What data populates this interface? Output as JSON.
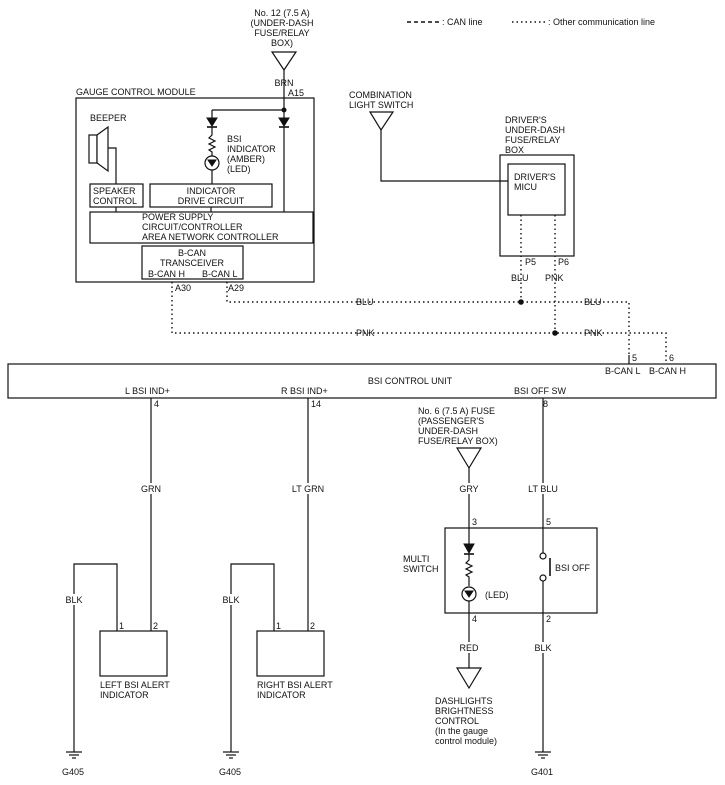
{
  "legend": {
    "can_line": ": CAN line",
    "other_line": ": Other communication line"
  },
  "fuse12": [
    "No. 12 (7.5 A)",
    "(UNDER-DASH",
    "FUSE/RELAY",
    "BOX)"
  ],
  "wire_brn": "BRN",
  "pin_a15": "A15",
  "gauge_module": {
    "title": "GAUGE CONTROL MODULE",
    "beeper": "BEEPER",
    "speaker_control": [
      "SPEAKER",
      "CONTROL"
    ],
    "bsi_indicator": [
      "BSI",
      "INDICATOR",
      "(AMBER)",
      "(LED)"
    ],
    "indicator_drive": [
      "INDICATOR",
      "DRIVE CIRCUIT"
    ],
    "power_supply": [
      "POWER SUPPLY",
      "CIRCUIT/CONTROLLER",
      "AREA NETWORK CONTROLLER"
    ],
    "transceiver": [
      "B-CAN",
      "TRANSCEIVER"
    ],
    "bcan_h": "B-CAN H",
    "bcan_l": "B-CAN L",
    "pin_a30": "A30",
    "pin_a29": "A29"
  },
  "combination_switch": [
    "COMBINATION",
    "LIGHT SWITCH"
  ],
  "drivers_box": {
    "label": [
      "DRIVER'S",
      "UNDER-DASH",
      "FUSE/RELAY",
      "BOX"
    ],
    "micu": [
      "DRIVER'S",
      "MICU"
    ],
    "pin_p5": "P5",
    "pin_p6": "P6",
    "wire_blu": "BLU",
    "wire_pnk": "PNK"
  },
  "bus": {
    "blu": "BLU",
    "pnk": "PNK",
    "blu2": "BLU",
    "pnk2": "PNK",
    "pin5": "5",
    "pin6": "6"
  },
  "bsi_unit": {
    "title": "BSI CONTROL UNIT",
    "bcan_l": "B-CAN L",
    "bcan_h": "B-CAN H",
    "l_ind": "L BSI IND+",
    "r_ind": "R BSI IND+",
    "off_sw": "BSI OFF SW",
    "pin4": "4",
    "pin14": "14",
    "pin8": "8"
  },
  "left_indicator": {
    "wire_top": "GRN",
    "wire_gnd": "BLK",
    "pin1": "1",
    "pin2": "2",
    "label": [
      "LEFT BSI ALERT",
      "INDICATOR"
    ],
    "ground": "G405"
  },
  "right_indicator": {
    "wire_top": "LT GRN",
    "wire_gnd": "BLK",
    "pin1": "1",
    "pin2": "2",
    "label": [
      "RIGHT BSI ALERT",
      "INDICATOR"
    ],
    "ground": "G405"
  },
  "fuse6": [
    "No. 6 (7.5 A) FUSE",
    "(PASSENGER'S",
    "UNDER-DASH",
    "FUSE/RELAY BOX)"
  ],
  "multi_switch": {
    "label": [
      "MULTI",
      "SWITCH"
    ],
    "wire_gry": "GRY",
    "wire_ltblu": "LT BLU",
    "pin3": "3",
    "pin5": "5",
    "pin4": "4",
    "pin2": "2",
    "led": "(LED)",
    "bsi_off": "BSI OFF",
    "wire_red": "RED",
    "wire_blk": "BLK",
    "ground": "G401"
  },
  "dashlights": [
    "DASHLIGHTS",
    "BRIGHTNESS",
    "CONTROL",
    "(In the gauge",
    "control module)"
  ]
}
